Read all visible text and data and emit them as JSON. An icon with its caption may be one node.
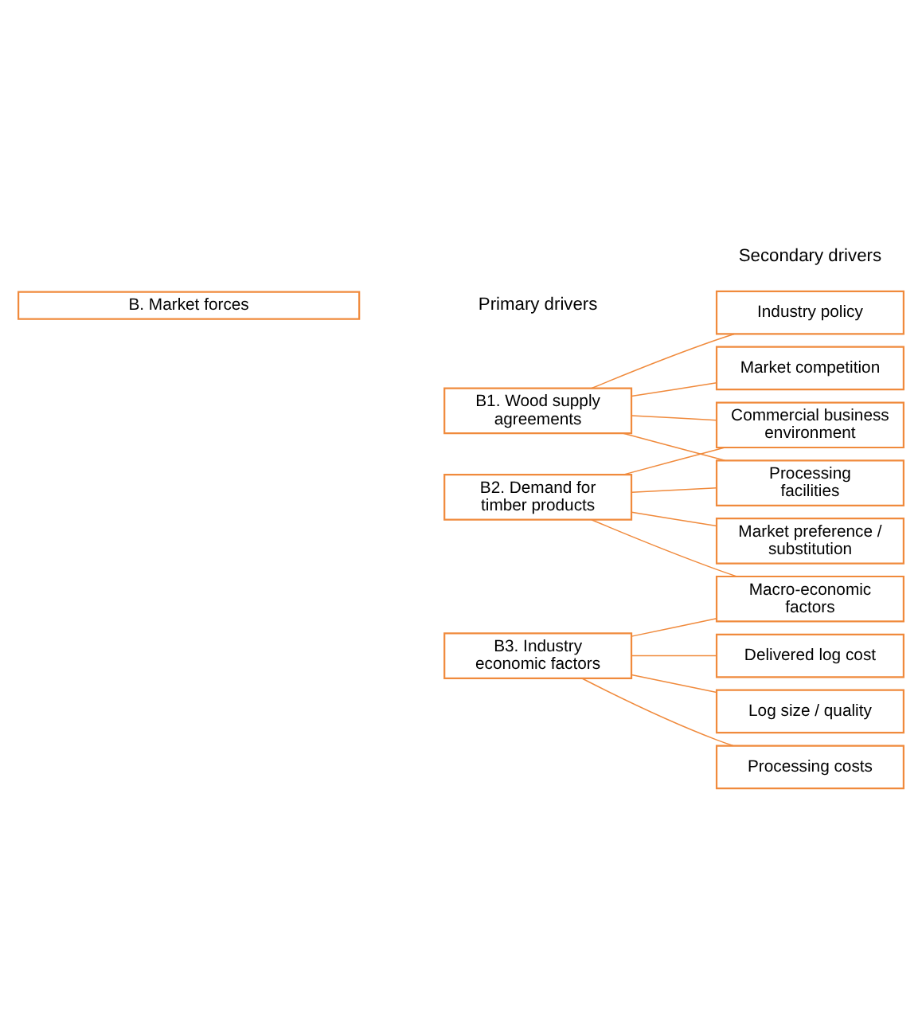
{
  "diagram": {
    "nodes": [
      {
        "text": [
          "B. Market forces"
        ]
      },
      {
        "text": [
          "B1. Wood supply agreements"
        ]
      },
      {
        "text": [
          "B2. Demand for timber products"
        ]
      },
      {
        "text": [
          "B3. Industry economic factors"
        ]
      },
      {
        "text": [
          "Industry policy"
        ]
      },
      {
        "text": [
          "Market competition"
        ]
      },
      {
        "text": [
          "Commercial business environment"
        ]
      },
      {
        "text": [
          "Processing facilities"
        ]
      },
      {
        "text": [
          "Market preference / substitution"
        ]
      },
      {
        "text": [
          "Macro-economic factors"
        ]
      },
      {
        "text": [
          "Delivered log cost"
        ]
      },
      {
        "text": [
          "Log size / quality"
        ]
      },
      {
        "text": [
          "Processing costs"
        ]
      }
    ],
    "edges": [
      {
        "from": 1,
        "to": 4,
        "arrow": "none"
      },
      {
        "from": 1,
        "to": 5,
        "arrow": "none"
      },
      {
        "from": 1,
        "to": 6,
        "arrow": "none"
      },
      {
        "from": 1,
        "to": 7,
        "arrow": "none"
      },
      {
        "from": 2,
        "to": 6,
        "arrow": "none"
      },
      {
        "from": 2,
        "to": 7,
        "arrow": "none"
      },
      {
        "from": 2,
        "to": 8,
        "arrow": "none"
      },
      {
        "from": 2,
        "to": 9,
        "arrow": "none"
      },
      {
        "from": 3,
        "to": 9,
        "arrow": "none"
      },
      {
        "from": 3,
        "to": 10,
        "arrow": "none"
      },
      {
        "from": 3,
        "to": 11,
        "arrow": "none"
      },
      {
        "from": 3,
        "to": 12,
        "arrow": "none"
      }
    ],
    "labels": [
      "Primary drivers",
      "Secondary drivers"
    ]
  }
}
